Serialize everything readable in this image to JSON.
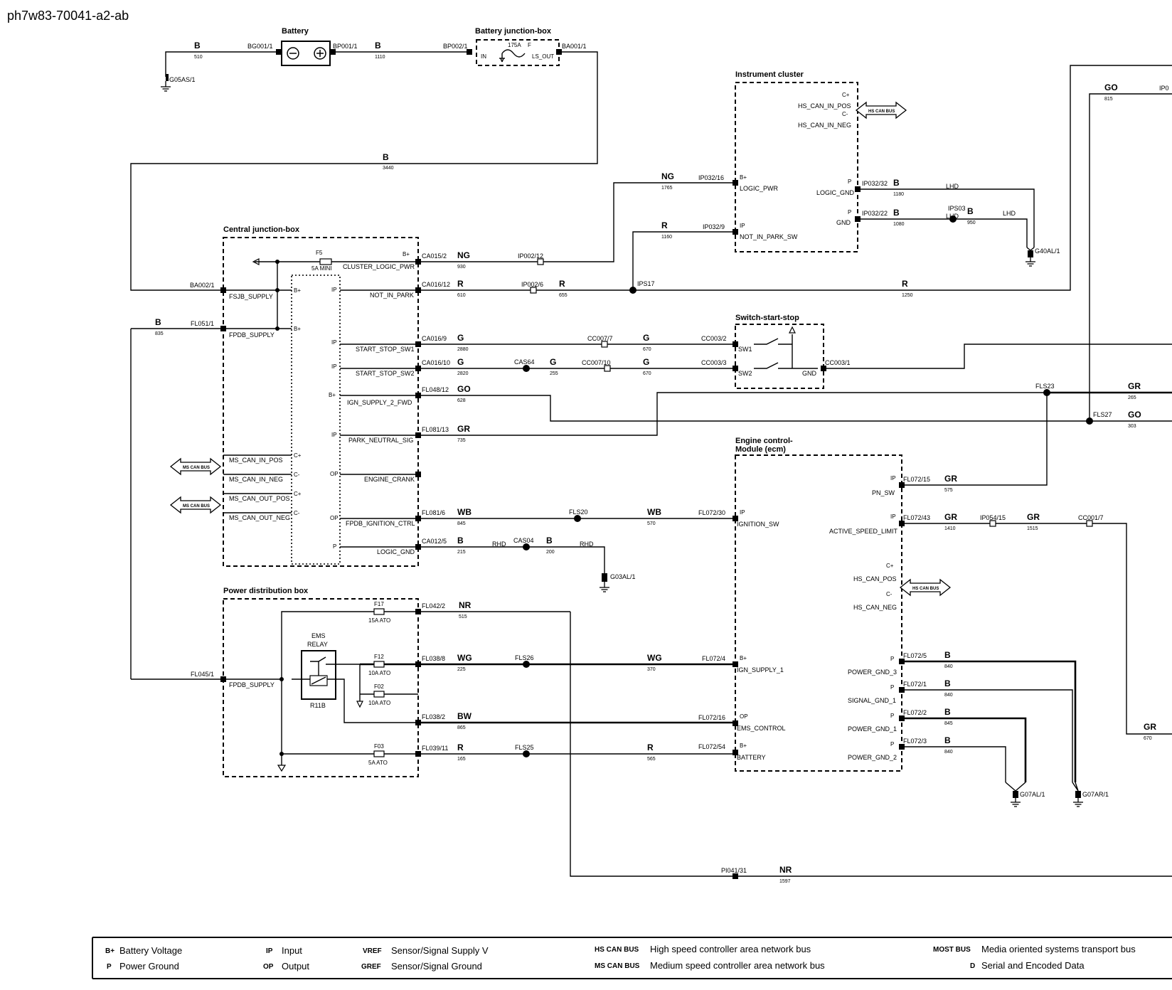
{
  "page": {
    "title": "ph7w83-70041-a2-ab"
  },
  "battery": {
    "title": "Battery",
    "pin_neg": "BG001/1",
    "pin_pos": "BP001/1"
  },
  "bjb": {
    "title": "Battery junction-box",
    "pin_in": "BP002/1",
    "pin_out": "BA001/1",
    "in": "IN",
    "fuse": "175A",
    "f": "F",
    "out": "LS_OUT"
  },
  "ground_top": "G05AS/1",
  "wires_top": {
    "b510": "B",
    "n510": "510",
    "b1110": "B",
    "n1110": "1110",
    "b3440": "B",
    "n3440": "3440"
  },
  "cjb": {
    "title": "Central junction-box",
    "pins": {
      "ba002": "BA002/1",
      "fl051": "FL051/1",
      "ca015_2": "CA015/2",
      "ca016_12": "CA016/12",
      "ca016_9": "CA016/9",
      "ca016_10": "CA016/10",
      "fl048_12": "FL048/12",
      "fl081_13": "FL081/13",
      "fl081_6": "FL081/6",
      "ca012_5": "CA012/5"
    },
    "signals": {
      "fsjb": "FSJB_SUPPLY",
      "fpdb": "FPDB_SUPPLY",
      "cluster": "CLUSTER_LOGIC_PWR",
      "notpark": "NOT_IN_PARK",
      "ss1": "START_STOP_SW1",
      "ss2": "START_STOP_SW2",
      "ign2": "IGN_SUPPLY_2_FWD",
      "park": "PARK_NEUTRAL_SIG",
      "crank": "ENGINE_CRANK",
      "fpdbign": "FPDB_IGNITION_CTRL",
      "logic": "LOGIC_GND",
      "mscanin_pos": "MS_CAN_IN_POS",
      "mscanin_neg": "MS_CAN_IN_NEG",
      "mscanout_pos": "MS_CAN_OUT_POS",
      "mscanout_neg": "MS_CAN_OUT_NEG"
    },
    "types": {
      "bp1": "B+",
      "bp2": "B+",
      "bp3": "B+",
      "ip1": "IP",
      "ip2": "IP",
      "ip3": "IP",
      "ip4": "IP",
      "op1": "OP",
      "op2": "OP",
      "p1": "P",
      "cp1": "C+",
      "cm1": "C-",
      "cp2": "C+",
      "cm2": "C-",
      "bp4": "B+"
    },
    "fuse": "F5",
    "fuse_rating": "5A MINI"
  },
  "ms_can_bus": "MS CAN BUS",
  "hs_can_bus": "HS CAN BUS",
  "ic": {
    "title": "Instrument cluster",
    "pins": {
      "ip032_16": "IP032/16",
      "ip032_9": "IP032/9",
      "ip032_32": "IP032/32",
      "ip032_22": "IP032/22"
    },
    "signals": {
      "cp": "C+",
      "can_pos": "HS_CAN_IN_POS",
      "cm": "C-",
      "can_neg": "HS_CAN_IN_NEG",
      "logic_pwr": "LOGIC_PWR",
      "not_park": "NOT_IN_PARK_SW",
      "logic_gnd": "LOGIC_GND",
      "gnd": "GND"
    },
    "types": {
      "bp": "B+",
      "ip": "IP",
      "p1": "P",
      "p2": "P"
    }
  },
  "ssw": {
    "title": "Switch-start-stop",
    "pins": {
      "cc003_2": "CC003/2",
      "cc003_3": "CC003/3",
      "cc003_1": "CC003/1"
    },
    "signals": {
      "sw1": "SW1",
      "sw2": "SW2",
      "gnd": "GND"
    }
  },
  "ecm": {
    "title_1": "Engine control-",
    "title_2": "Module (ecm)",
    "pins": {
      "fl072_30": "FL072/30",
      "fl072_4": "FL072/4",
      "fl072_16": "FL072/16",
      "fl072_54": "FL072/54",
      "fl072_15": "FL072/15",
      "fl072_43": "FL072/43",
      "fl072_5": "FL072/5",
      "fl072_1": "FL072/1",
      "fl072_2": "FL072/2",
      "fl072_3": "FL072/3"
    },
    "signals": {
      "ign_sw": "IGNITION_SW",
      "ign1": "IGN_SUPPLY_1",
      "ems": "EMS_CONTROL",
      "battery": "BATTERY",
      "pn": "PN_SW",
      "asl": "ACTIVE_SPEED_LIMIT",
      "can_pos": "HS_CAN_POS",
      "can_neg": "HS_CAN_NEG",
      "pg3": "POWER_GND_3",
      "sg1": "SIGNAL_GND_1",
      "pg1": "POWER_GND_1",
      "pg2": "POWER_GND_2"
    },
    "types": {
      "ip1": "IP",
      "bp1": "B+",
      "op1": "OP",
      "bp2": "B+",
      "ip2": "IP",
      "ip3": "IP",
      "cp": "C+",
      "cm": "C-",
      "p1": "P",
      "p2": "P",
      "p3": "P",
      "p4": "P"
    }
  },
  "pdb": {
    "title": "Power distribution box",
    "pin_in": "FL045/1",
    "signal": "FPDB_SUPPLY",
    "relay_1": "EMS",
    "relay_2": "RELAY",
    "relay_id": "R11B",
    "fuses": {
      "f17": "F17",
      "f17r": "15A ATO",
      "f12": "F12",
      "f12r": "10A ATO",
      "f02": "F02",
      "f02r": "10A ATO",
      "f03": "F03",
      "f03r": "5A ATO"
    },
    "pins": {
      "fl042_2": "FL042/2",
      "fl038_8": "FL038/8",
      "fl038_2": "FL038/2",
      "fl039_11": "FL039/11"
    }
  },
  "wires": {
    "ng930": "NG",
    "n930": "930",
    "ip002_12": "IP002/12",
    "ng1765": "NG",
    "n1765": "1765",
    "r610": "R",
    "n610": "610",
    "ip002_6": "IP002/6",
    "r655": "R",
    "n655": "655",
    "ips17": "IPS17",
    "r1160": "R",
    "n1160": "1160",
    "r1250": "R",
    "n1250": "1250",
    "b835": "B",
    "n835": "835",
    "g2880": "G",
    "n2880": "2880",
    "cc007_7": "CC007/7",
    "g670a": "G",
    "n670a": "670",
    "g2820": "G",
    "n2820": "2820",
    "cas64": "CAS64",
    "g255": "G",
    "n255": "255",
    "cc007_10": "CC007/10",
    "g670b": "G",
    "n670b": "670",
    "go628": "GO",
    "n628": "628",
    "gr735": "GR",
    "n735": "735",
    "fls23": "FLS23",
    "gr265": "GR",
    "n265": "265",
    "fls27": "FLS27",
    "go303": "GO",
    "n303": "303",
    "go815": "GO",
    "n815": "815",
    "ip0": "IP0",
    "b1180": "B",
    "n1180": "1180",
    "lhd1": "LHD",
    "b1080": "B",
    "n1080": "1080",
    "lhd2": "LHD",
    "ips03": "IPS03",
    "b950": "B",
    "n950": "950",
    "lhd3": "LHD",
    "g40al": "G40AL/1",
    "wb845": "WB",
    "n845": "845",
    "fls20": "FLS20",
    "wb570": "WB",
    "n570": "570",
    "b215": "B",
    "n215": "215",
    "rhd1": "RHD",
    "cas04": "CAS04",
    "b200": "B",
    "n200": "200",
    "rhd2": "RHD",
    "g03al": "G03AL/1",
    "gr575": "GR",
    "n575": "575",
    "gr1410": "GR",
    "n1410": "1410",
    "ip054_15": "IP054/15",
    "gr1515": "GR",
    "n1515": "1515",
    "cc001_7": "CC001/7",
    "nr515": "NR",
    "n515": "515",
    "wg225": "WG",
    "n225": "225",
    "fls26": "FLS26",
    "wg370": "WG",
    "n370": "370",
    "bw865": "BW",
    "n865": "865",
    "r165": "R",
    "n165": "165",
    "fls25": "FLS25",
    "r565": "R",
    "n565": "565",
    "b840a": "B",
    "n840a": "840",
    "b840b": "B",
    "n840b": "840",
    "b845": "B",
    "n845b": "845",
    "b840c": "B",
    "n840c": "840",
    "g07al": "G07AL/1",
    "g07ar": "G07AR/1",
    "gr670": "GR",
    "n670": "670",
    "pi041_31": "PI041/31",
    "nr1597": "NR",
    "n1597": "1597"
  },
  "legend": {
    "bplus_ab": "B+",
    "bplus": "Battery Voltage",
    "p_ab": "P",
    "p": "Power Ground",
    "ip_ab": "IP",
    "ip": "Input",
    "op_ab": "OP",
    "op": "Output",
    "vref_ab": "VREF",
    "vref": "Sensor/Signal Supply V",
    "gref_ab": "GREF",
    "gref": "Sensor/Signal Ground",
    "hs_ab": "HS CAN BUS",
    "hs": "High speed controller area network bus",
    "ms_ab": "MS CAN BUS",
    "ms": "Medium speed controller area network bus",
    "most_ab": "MOST BUS",
    "most": "Media oriented systems transport bus",
    "d_ab": "D",
    "d": "Serial and Encoded Data"
  }
}
